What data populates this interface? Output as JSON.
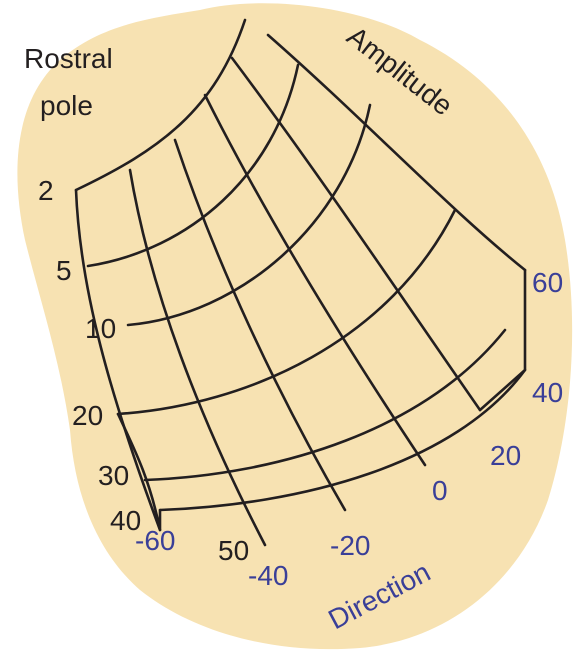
{
  "colors": {
    "background": "#f7e2b2",
    "grid_line": "#231f20",
    "amplitude_text": "#231f20",
    "direction_text": "#3a3f98"
  },
  "labels": {
    "rostral_pole": [
      "Rostral",
      "pole"
    ],
    "amplitude_axis": "Amplitude",
    "direction_axis": "Direction"
  },
  "amplitude_values": [
    "2",
    "5",
    "10",
    "20",
    "30",
    "40"
  ],
  "amplitude_values_right": [
    "60",
    "40",
    "20",
    "0",
    "-20",
    "-40"
  ],
  "direction_values_bottom": [
    "-60",
    "50"
  ]
}
